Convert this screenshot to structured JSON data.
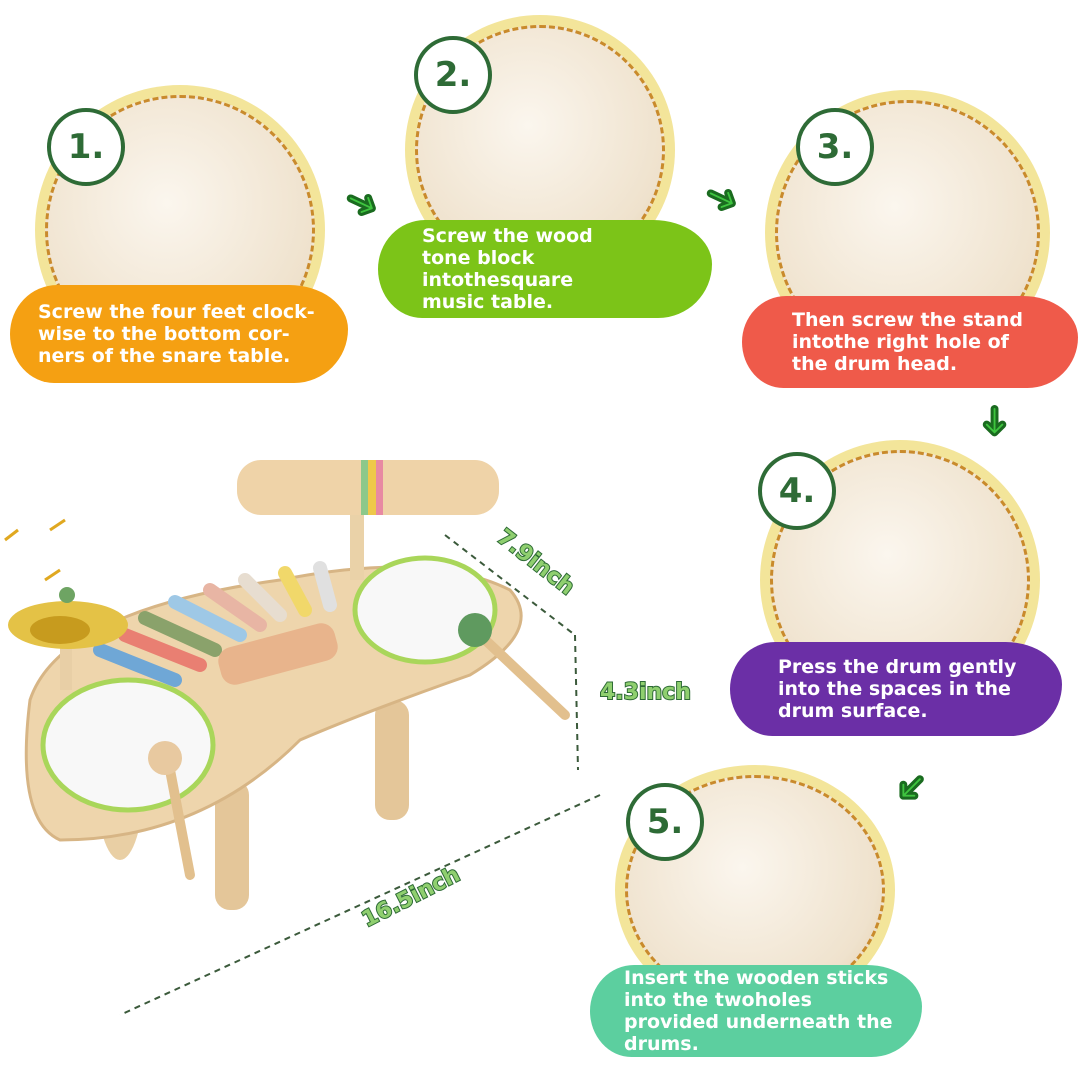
{
  "steps": [
    {
      "number": "1.",
      "text": "Screw the four feet clock-wise to the bottom cor-ners of the snare table.",
      "color": "#f5a012"
    },
    {
      "number": "2.",
      "text": "Screw the wood tone block intothesquare music table.",
      "color": "#7cc418"
    },
    {
      "number": "3.",
      "text": "Then screw the stand intothe right hole of the drum head.",
      "color": "#ef5a4a"
    },
    {
      "number": "4.",
      "text": "Press the drum gently into the spaces in the drum surface.",
      "color": "#6b2fa6"
    },
    {
      "number": "5.",
      "text": "Insert the wooden sticks into the twoholes provided underneath the drums.",
      "color": "#5ccf9f"
    }
  ],
  "dimensions": {
    "depth": "7.9inch",
    "height": "4.3inch",
    "width": "16.5inch"
  },
  "icons": [
    "arrow-right-icon",
    "arrow-right-icon",
    "arrow-down-icon",
    "arrow-down-left-icon"
  ]
}
